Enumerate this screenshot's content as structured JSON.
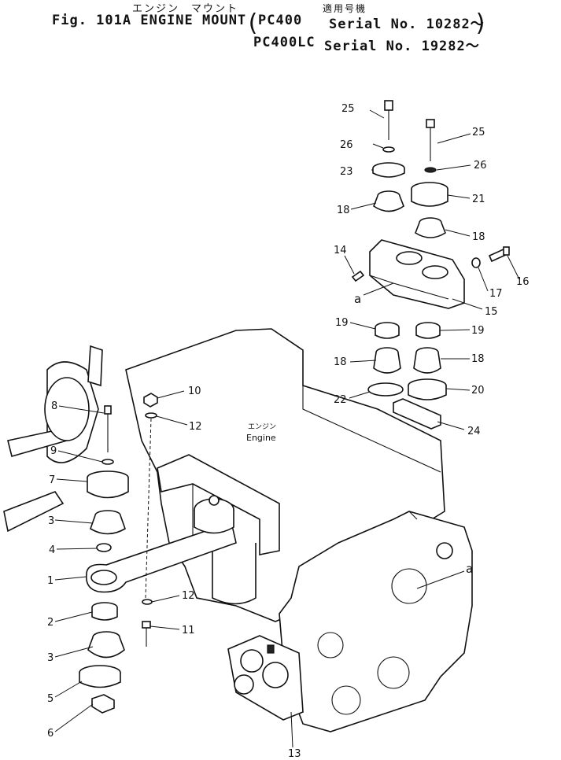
{
  "header": {
    "jp_title": "エンジン　マウント",
    "jp_applicable": "適用号機",
    "line1_fig": "Fig. 101A ENGINE MOUNT",
    "line1_model": "PC400",
    "line1_serial": "Serial No. 10282～",
    "line2_model": "PC400LC",
    "line2_serial": "Serial No. 19282～"
  },
  "engine_label": {
    "jp": "エンジン",
    "en": "Engine"
  },
  "callouts": [
    "1",
    "2",
    "3",
    "3",
    "4",
    "5",
    "6",
    "7",
    "8",
    "9",
    "10",
    "11",
    "12",
    "12",
    "13",
    "14",
    "15",
    "16",
    "17",
    "18",
    "18",
    "18",
    "18",
    "19",
    "19",
    "20",
    "21",
    "22",
    "23",
    "24",
    "25",
    "25",
    "26",
    "26",
    "a",
    "a"
  ]
}
